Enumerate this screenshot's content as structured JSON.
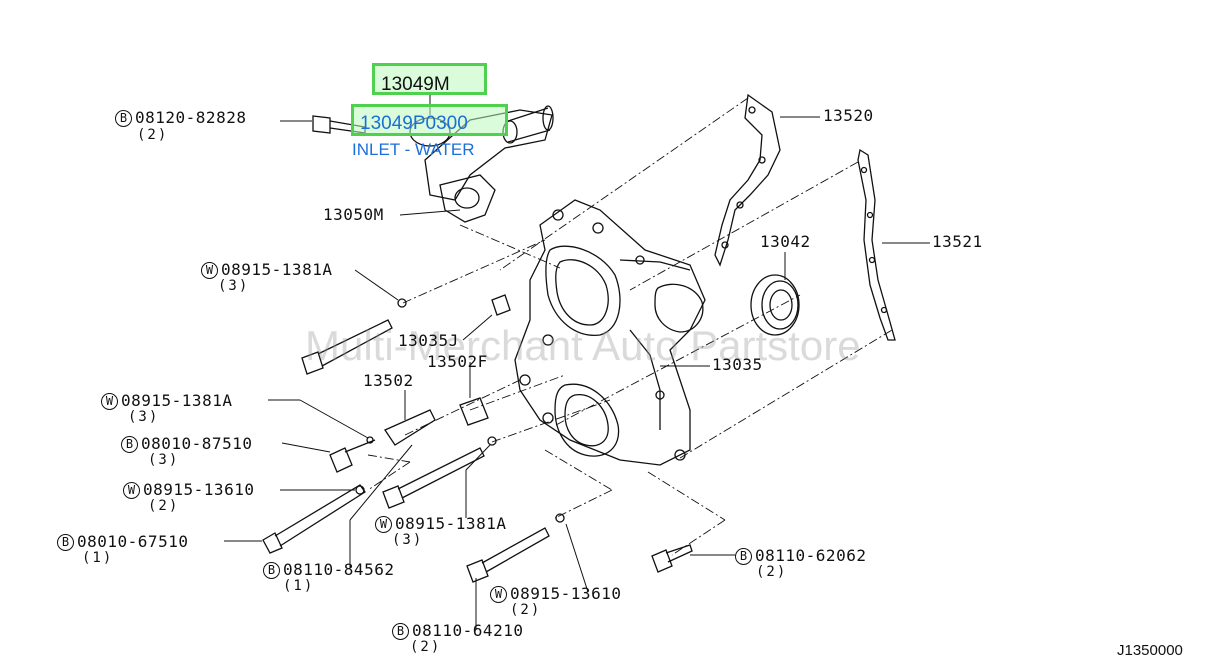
{
  "highlight": {
    "top_label": "13049M",
    "selected_part": "13049P0300",
    "selected_description": "INLET - WATER"
  },
  "watermark": "Multi-Merchant Auto Partstore",
  "diagram_code": "J1350000",
  "callouts": {
    "b_08120_82828": {
      "prefix": "B",
      "number": "08120-82828",
      "qty": "(2)"
    },
    "p_13520": "13520",
    "p_13050m": "13050M",
    "p_13042": "13042",
    "p_13521": "13521",
    "w_08915_1381a_1": {
      "prefix": "W",
      "number": "08915-1381A",
      "qty": "(3)"
    },
    "p_13035j": "13035J",
    "p_13502f": "13502F",
    "p_13502": "13502",
    "p_13035": "13035",
    "w_08915_1381a_2": {
      "prefix": "W",
      "number": "08915-1381A",
      "qty": "(3)"
    },
    "b_08010_87510": {
      "prefix": "B",
      "number": "08010-87510",
      "qty": "(3)"
    },
    "w_08915_13610_1": {
      "prefix": "W",
      "number": "08915-13610",
      "qty": "(2)"
    },
    "b_08010_67510": {
      "prefix": "B",
      "number": "08010-67510",
      "qty": "(1)"
    },
    "w_08915_1381a_3": {
      "prefix": "W",
      "number": "08915-1381A",
      "qty": "(3)"
    },
    "b_08110_84562": {
      "prefix": "B",
      "number": "08110-84562",
      "qty": "(1)"
    },
    "b_08110_62062": {
      "prefix": "B",
      "number": "08110-62062",
      "qty": "(2)"
    },
    "w_08915_13610_2": {
      "prefix": "W",
      "number": "08915-13610",
      "qty": "(2)"
    },
    "b_08110_64210": {
      "prefix": "B",
      "number": "08110-64210",
      "qty": "(2)"
    }
  }
}
